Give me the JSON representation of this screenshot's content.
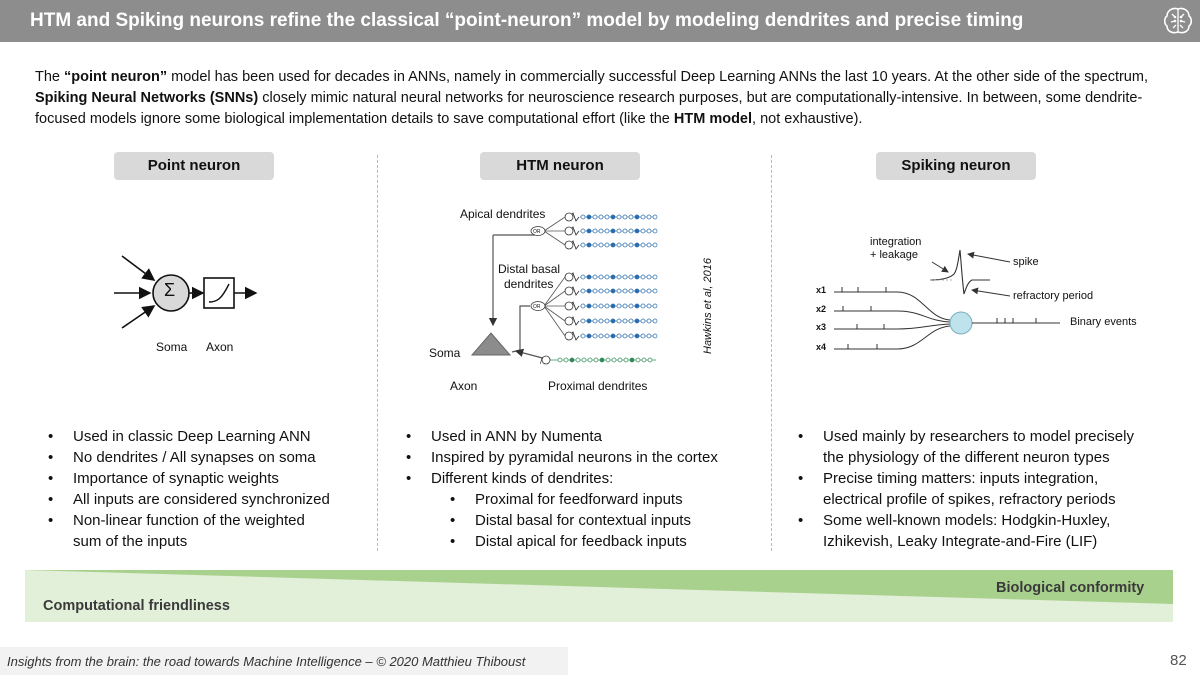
{
  "header": {
    "title": "HTM and Spiking neurons refine the classical “point-neuron” model by modeling dendrites and precise timing",
    "icon": "brain-icon"
  },
  "intro": {
    "p1": "The ",
    "b1": "“point neuron”",
    "p2": " model has been used for decades in ANNs, namely in commercially successful Deep Learning ANNs the last 10 years. At the other side of the spectrum, ",
    "b2": "Spiking Neural Networks (SNNs)",
    "p3": " closely mimic natural neural networks for neuroscience research purposes, but are computationally-intensive. In between, some dendrite-focused models ignore some biological implementation details to save computational effort (like the ",
    "b3": "HTM model",
    "p4": ", not exhaustive)."
  },
  "columns": {
    "point": {
      "title": "Point neuron",
      "labels": {
        "soma": "Soma",
        "axon": "Axon",
        "sigma": "Σ"
      },
      "bullets": [
        "Used in classic Deep Learning ANN",
        "No dendrites / All synapses on soma",
        "Importance of synaptic weights",
        "All inputs are considered synchronized",
        "Non-linear function of the weighted sum of the inputs"
      ]
    },
    "htm": {
      "title": "HTM neuron",
      "labels": {
        "apical": "Apical dendrites",
        "distal_1": "Distal basal",
        "distal_2": "dendrites",
        "soma": "Soma",
        "axon": "Axon",
        "proximal": "Proximal dendrites",
        "or": "OR",
        "citation": "Hawkins et al, 2016"
      },
      "bullets": [
        "Used in ANN by Numenta",
        "Inspired by pyramidal neurons in the cortex",
        "Different kinds of dendrites:"
      ],
      "sub_bullets": [
        "Proximal for feedforward inputs",
        "Distal basal for contextual inputs",
        "Distal apical for feedback inputs"
      ]
    },
    "spiking": {
      "title": "Spiking neuron",
      "labels": {
        "integration_1": "integration",
        "integration_2": "+ leakage",
        "spike": "spike",
        "refractory": "refractory period",
        "binary": "Binary events",
        "x1": "x1",
        "x2": "x2",
        "x3": "x3",
        "x4": "x4"
      },
      "bullets": [
        "Used mainly by researchers to model precisely the physiology of the different neuron types",
        "Precise timing matters: inputs integration, electrical profile of spikes, refractory periods",
        "Some well-known models: Hodgkin-Huxley, Izhikevish, Leaky Integrate-and-Fire (LIF)"
      ]
    }
  },
  "band": {
    "right_label": "Biological conformity",
    "left_label": "Computational friendliness",
    "colors": {
      "dark": "#a9d18e",
      "light": "#e2efd9"
    }
  },
  "footer": {
    "text": "Insights from the brain: the road towards Machine Intelligence – © 2020 Matthieu Thiboust",
    "page": "82"
  }
}
